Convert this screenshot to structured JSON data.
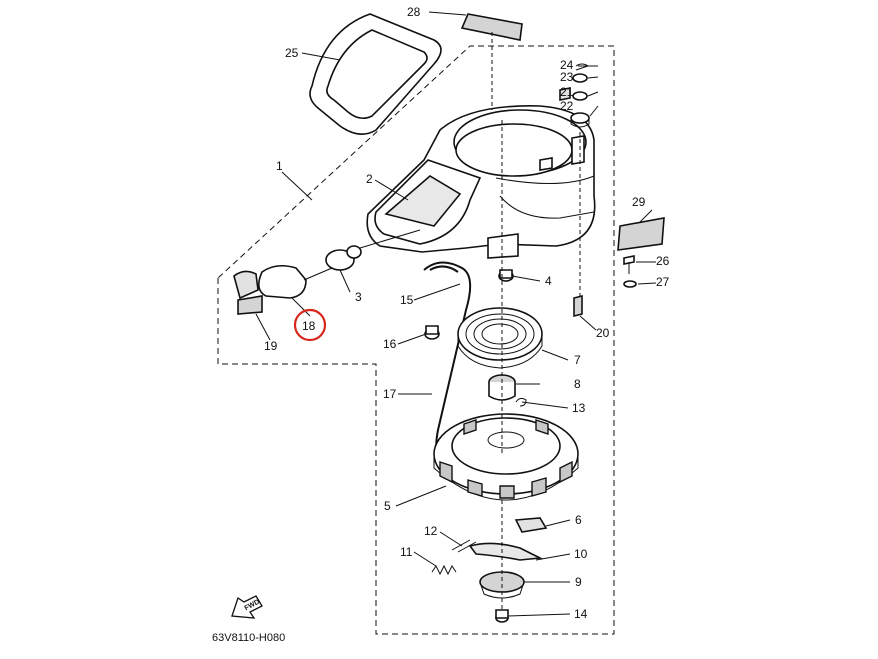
{
  "diagram": {
    "drawing_code": "63V8110-H080",
    "fwd_label": "FWD",
    "highlight_color": "#d9261c",
    "highlighted_part": "18",
    "callouts": [
      {
        "id": "1",
        "label": "1"
      },
      {
        "id": "2",
        "label": "2"
      },
      {
        "id": "3",
        "label": "3"
      },
      {
        "id": "4",
        "label": "4"
      },
      {
        "id": "5",
        "label": "5"
      },
      {
        "id": "6",
        "label": "6"
      },
      {
        "id": "7",
        "label": "7"
      },
      {
        "id": "8",
        "label": "8"
      },
      {
        "id": "9",
        "label": "9"
      },
      {
        "id": "10",
        "label": "10"
      },
      {
        "id": "11",
        "label": "11"
      },
      {
        "id": "12",
        "label": "12"
      },
      {
        "id": "13",
        "label": "13"
      },
      {
        "id": "14",
        "label": "14"
      },
      {
        "id": "15",
        "label": "15"
      },
      {
        "id": "16",
        "label": "16"
      },
      {
        "id": "17",
        "label": "17"
      },
      {
        "id": "18",
        "label": "18"
      },
      {
        "id": "19",
        "label": "19"
      },
      {
        "id": "20",
        "label": "20"
      },
      {
        "id": "21",
        "label": "21"
      },
      {
        "id": "22",
        "label": "22"
      },
      {
        "id": "23",
        "label": "23"
      },
      {
        "id": "24",
        "label": "24"
      },
      {
        "id": "25",
        "label": "25"
      },
      {
        "id": "26",
        "label": "26"
      },
      {
        "id": "27",
        "label": "27"
      },
      {
        "id": "28",
        "label": "28"
      },
      {
        "id": "29",
        "label": "29"
      }
    ]
  }
}
